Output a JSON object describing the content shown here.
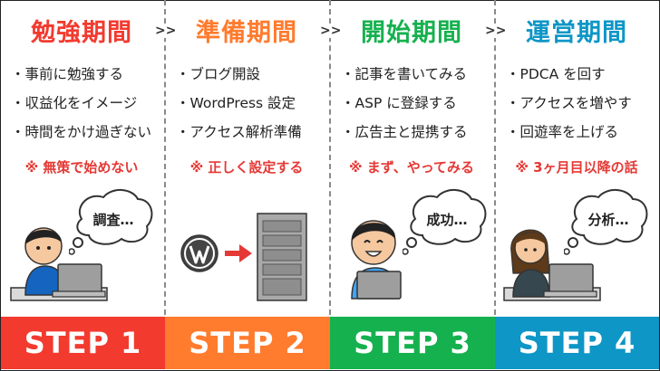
{
  "colors": {
    "step1": "#f33a2f",
    "step2": "#ff7b2e",
    "step3": "#16b14f",
    "step4": "#0e96c6",
    "note": "#e53935"
  },
  "arrow_label": ">>",
  "steps": [
    {
      "title": "勉強期間",
      "items": [
        "・事前に勉強する",
        "・収益化をイメージ",
        "・時間をかけ過ぎない"
      ],
      "note": "※ 無策で始めない",
      "bubble": "調査…",
      "footer": "STEP 1"
    },
    {
      "title": "準備期間",
      "items": [
        "・ブログ開設",
        "・WordPress 設定",
        "・アクセス解析準備"
      ],
      "note": "※ 正しく設定する",
      "bubble": "",
      "footer": "STEP 2"
    },
    {
      "title": "開始期間",
      "items": [
        "・記事を書いてみる",
        "・ASP に登録する",
        "・広告主と提携する"
      ],
      "note": "※ まず、やってみる",
      "bubble": "成功…",
      "footer": "STEP 3"
    },
    {
      "title": "運営期間",
      "items": [
        "・PDCA を回す",
        "・アクセスを増やす",
        "・回遊率を上げる"
      ],
      "note": "※ 3ヶ月目以降の話",
      "bubble": "分析…",
      "footer": "STEP 4"
    }
  ]
}
